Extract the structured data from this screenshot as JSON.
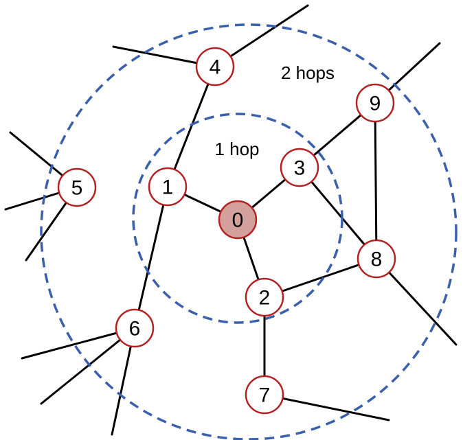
{
  "diagram": {
    "colors": {
      "ring": "#3a5fad",
      "node_border": "#b22222",
      "node_fill": "#ffffff",
      "center_fill": "#d4a09b",
      "edge": "#000000"
    },
    "ring_labels": {
      "inner": "1 hop",
      "outer": "2 hops"
    },
    "nodes": [
      {
        "id": "0",
        "label": "0",
        "role": "center"
      },
      {
        "id": "1",
        "label": "1",
        "role": "1-hop"
      },
      {
        "id": "2",
        "label": "2",
        "role": "1-hop"
      },
      {
        "id": "3",
        "label": "3",
        "role": "1-hop"
      },
      {
        "id": "4",
        "label": "4",
        "role": "2-hop"
      },
      {
        "id": "5",
        "label": "5",
        "role": "2-hop"
      },
      {
        "id": "6",
        "label": "6",
        "role": "2-hop"
      },
      {
        "id": "7",
        "label": "7",
        "role": "2-hop"
      },
      {
        "id": "8",
        "label": "8",
        "role": "2-hop"
      },
      {
        "id": "9",
        "label": "9",
        "role": "2-hop"
      }
    ],
    "edges": [
      [
        "0",
        "1"
      ],
      [
        "0",
        "2"
      ],
      [
        "0",
        "3"
      ],
      [
        "1",
        "4"
      ],
      [
        "1",
        "6"
      ],
      [
        "2",
        "7"
      ],
      [
        "2",
        "8"
      ],
      [
        "3",
        "8"
      ],
      [
        "3",
        "9"
      ],
      [
        "8",
        "9"
      ]
    ]
  }
}
